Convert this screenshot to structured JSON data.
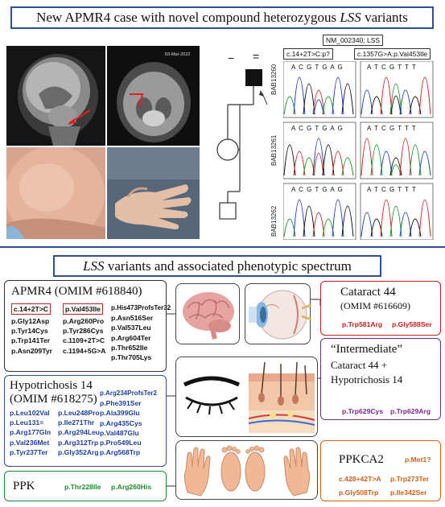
{
  "top_title": {
    "prefix": "New APMR4 case with novel compound heterozygous ",
    "gene": "LSS",
    "suffix": " variants"
  },
  "mid_title": {
    "gene": "LSS",
    "suffix": " variants and associated phenotypic spectrum"
  },
  "genotype": {
    "reference": "NM_002340; LSS",
    "variant1": "c.14+2T>C:p?",
    "variant2": "c.1357G>A:p.Val453Ile",
    "samples": [
      "BAB13260",
      "BAB13261",
      "BAB13262"
    ],
    "seq_left": [
      "A C G T G A G",
      "A C G T G A G",
      "A C G T G A G"
    ],
    "seq_right": [
      "A T C G T T T",
      "A T C G T T T",
      "A T C G T T T"
    ]
  },
  "pedigree": {
    "minus": "−",
    "equals": "="
  },
  "apmr4": {
    "title": "APMR4",
    "omim": "(OMIM #618840)",
    "col1": [
      "c.14+2T>C",
      "p.Gly12Asp",
      "p.Tyr14Cys",
      "p.Trp141Ter",
      "p.Asn209Tyr"
    ],
    "col2": [
      "p.Val453Ile",
      "p.Arg260Pro",
      "p.Tyr286Cys",
      "c.1109+2T>C",
      "c.1194+5G>A"
    ],
    "col3": [
      "p.His473ProfsTer32",
      "p.Asn516Ser",
      "p.Val537Leu",
      "p.Arg604Ter",
      "p.Thr652Ile",
      "p.Thr705Lys"
    ]
  },
  "hypotrichosis": {
    "title": "Hypotrichosis 14",
    "omim": "(OMIM #618275)",
    "col1": [
      "p.Leu102Val",
      "p.Leu131=",
      "p.Arg177Gln",
      "p.Val236Met",
      "p.Tyr237Ter"
    ],
    "col2": [
      "p.Leu248Pro",
      "p.Ile271Thr",
      "p.Arg294Leu",
      "p.Arg312Trp",
      "p.Gly352Arg"
    ],
    "col3": [
      "p.Arg234ProfsTer2",
      "p.Phe391Ser",
      "p.Ala399Glu",
      "p.Arg435Cys",
      "p.Val487Glu",
      "p.Pro549Leu",
      "p.Arg568Trp"
    ]
  },
  "ppk": {
    "title": "PPK",
    "variants": [
      "p.Thr228Ile",
      "p.Arg260His"
    ]
  },
  "cataract": {
    "title": "Cataract 44",
    "omim": "(OMIM #616609)",
    "variants": [
      "p.Trp581Arg",
      "p.Gly588Ser"
    ]
  },
  "intermediate": {
    "title": "“Intermediate”",
    "line1": "Cataract 44 +",
    "line2": "Hypotrichosis 14",
    "variants": [
      "p.Trp629Cys",
      "p.Trp629Arg"
    ]
  },
  "ppkca2": {
    "title": "PPKCA2",
    "met": "p.Met1?",
    "variants": [
      "c.428+42T>A",
      "p.Trp273Ter",
      "p.Gly508Trp",
      "p.Ile342Ser"
    ]
  },
  "photos": {
    "mri_caption": "03-Mar-2022"
  },
  "colors": {
    "accent": "#2b4f9a",
    "red": "#c9221e",
    "blue": "#1f3fa0",
    "green": "#1f8a2a",
    "purple": "#7a2a8e",
    "orange": "#d4601a"
  }
}
